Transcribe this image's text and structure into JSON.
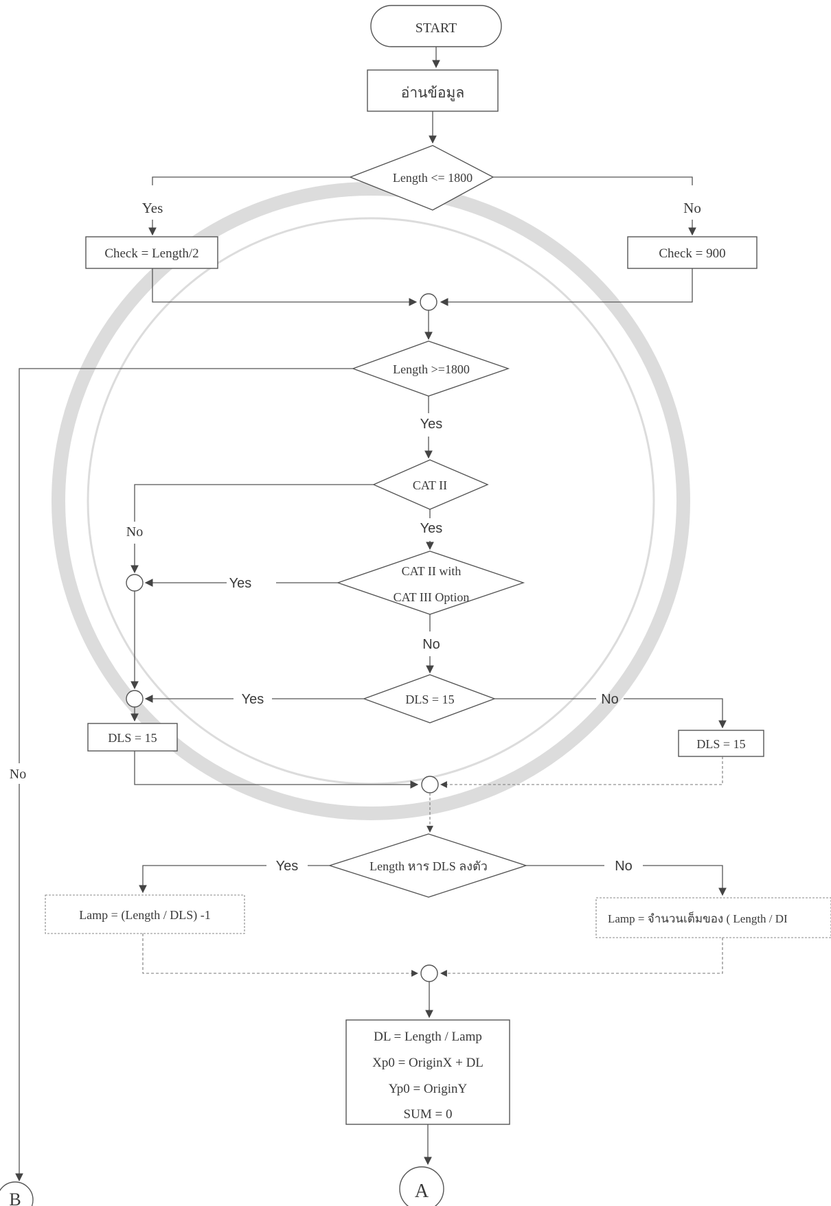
{
  "flowchart": {
    "start": "START",
    "read_data": "อ่านข้อมูล",
    "decision_length_le": "Length <= 1800",
    "check_half": "Check = Length/2",
    "check_900": "Check = 900",
    "decision_length_ge": "Length >=1800",
    "decision_cat2": "CAT II",
    "decision_cat2_cat3": [
      "CAT II with",
      "CAT III Option"
    ],
    "decision_dls": "DLS = 15",
    "box_dls_left": "DLS = 15",
    "box_dls_right": "DLS = 15",
    "decision_divisible": "Length หาร DLS ลงตัว",
    "lamp_minus_one": "Lamp = (Length / DLS)  -1",
    "lamp_integer": "Lamp = จำนวนเต็มของ ( Length / DI",
    "calc_lines": [
      "DL = Length / Lamp",
      "Xp0 = OriginX + DL",
      "Yp0 = OriginY",
      "SUM = 0"
    ],
    "connector_a": "A",
    "connector_b": "B",
    "labels": {
      "yes": "Yes",
      "no": "No"
    }
  }
}
